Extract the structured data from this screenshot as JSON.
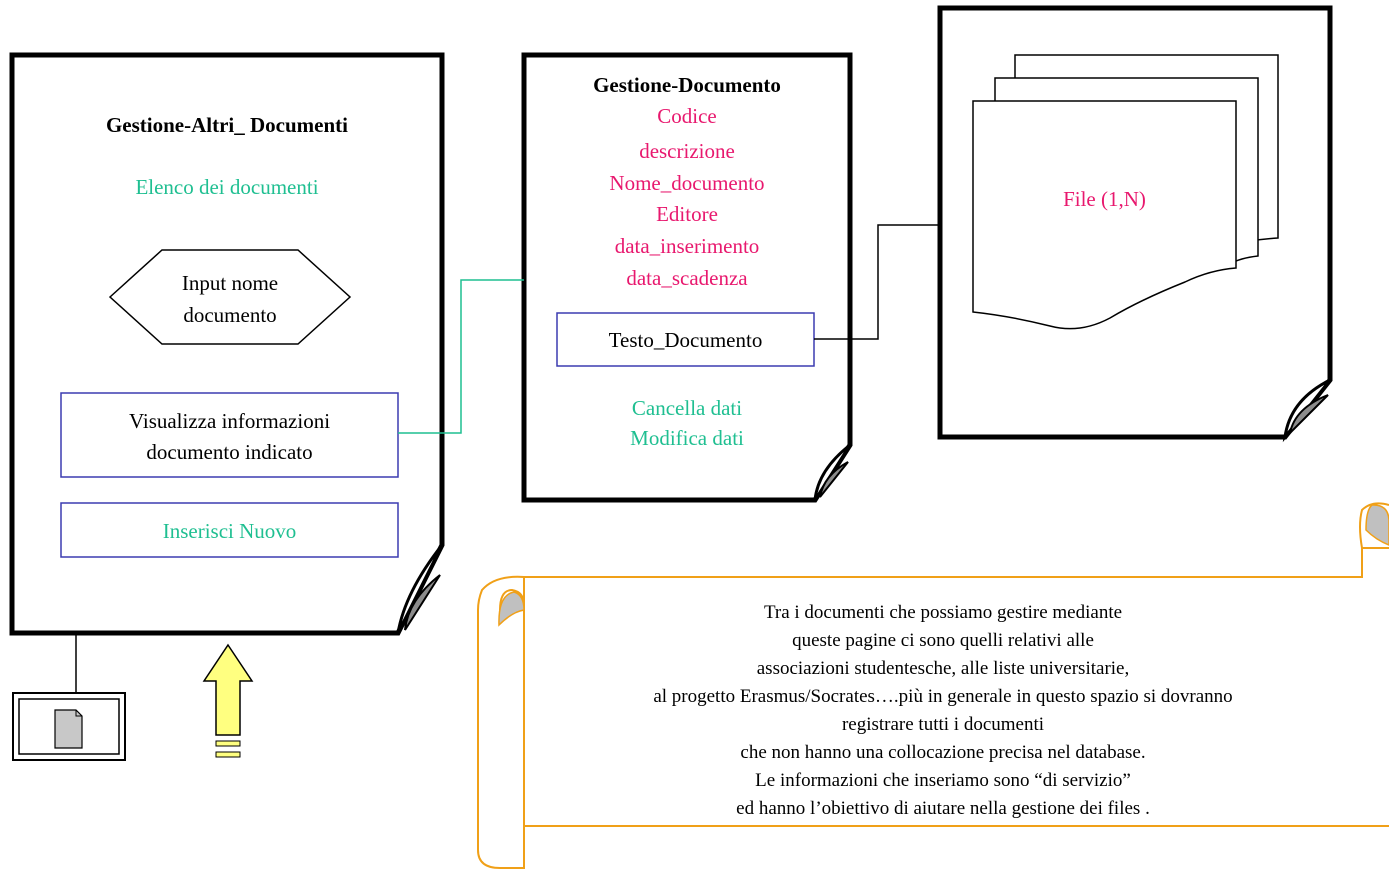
{
  "left_page": {
    "title": "Gestione-Altri_ Documenti",
    "list_label": "Elenco dei documenti",
    "input_line1": "Input nome",
    "input_line2": "documento",
    "view_line1": "Visualizza informazioni",
    "view_line2": "documento indicato",
    "insert_label": "Inserisci Nuovo"
  },
  "middle_page": {
    "title": "Gestione-Documento",
    "fields": [
      "Codice",
      "descrizione",
      "Nome_documento",
      "Editore",
      "data_inserimento",
      "data_scadenza"
    ],
    "text_box": "Testo_Documento",
    "actions": [
      "Cancella dati",
      "Modifica dati"
    ]
  },
  "right_page": {
    "file_label": "File (1,N)"
  },
  "note": {
    "lines": [
      "Tra i documenti che possiamo gestire mediante",
      "queste pagine ci sono quelli relativi alle",
      "associazioni studentesche, alle liste universitarie,",
      "al progetto Erasmus/Socrates….più in generale  in questo spazio si dovranno",
      "registrare tutti i documenti",
      "che non hanno una collocazione precisa nel database.",
      "Le informazioni che inseriamo sono “di servizio”",
      "ed hanno l’obiettivo di aiutare nella gestione dei files ."
    ]
  },
  "colors": {
    "green": "#1fbf91",
    "pink": "#e8186e",
    "blue_border": "#3b3bb0",
    "scroll_border": "#f0a018",
    "fold_grey": "#8c8c8c",
    "arrow_yellow": "#ffff80"
  },
  "icons": [
    "document-icon",
    "up-arrow-icon",
    "folded-corner-icon",
    "scroll-icon"
  ]
}
